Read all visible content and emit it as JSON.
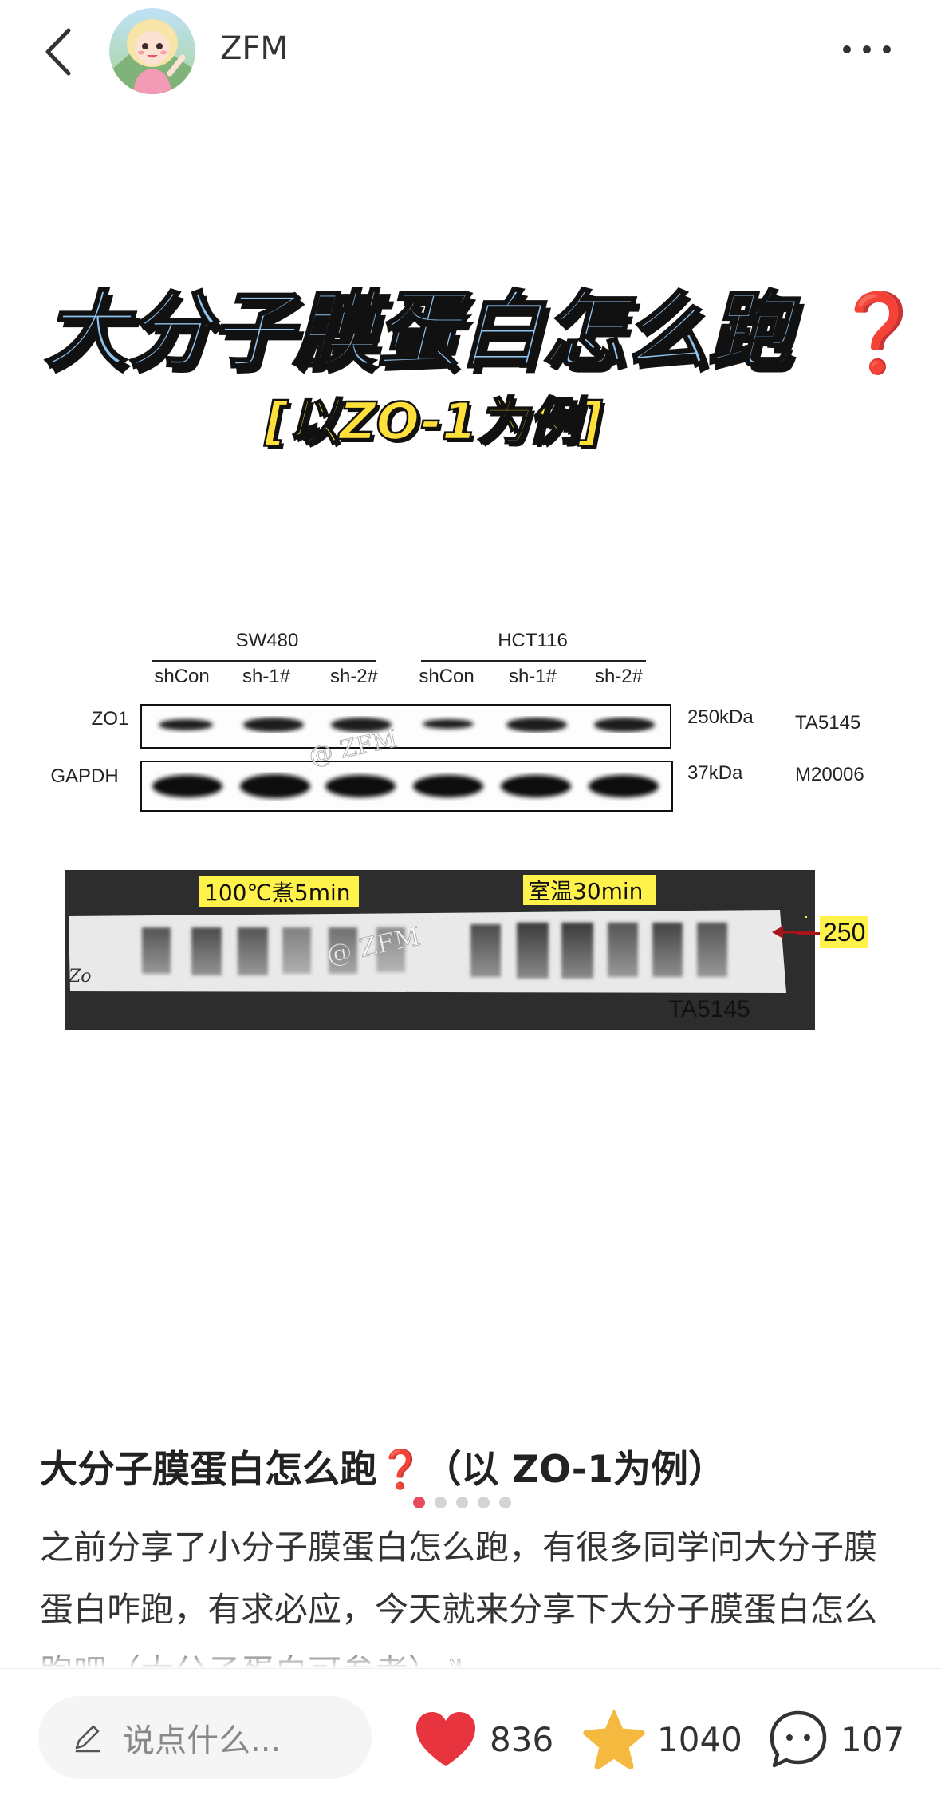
{
  "header": {
    "username": "ZFM"
  },
  "image": {
    "hero_title": "大分子膜蛋白怎么跑",
    "hero_title_mark": "❓",
    "hero_subtitle": "[以ZO-1为例]",
    "blot1": {
      "group_left": "SW480",
      "group_right": "HCT116",
      "lanes": [
        "shCon",
        "sh-1#",
        "sh-2#",
        "shCon",
        "sh-1#",
        "sh-2#"
      ],
      "rows": [
        {
          "label": "ZO1",
          "size": "250kDa",
          "catalog": "TA5145"
        },
        {
          "label": "GAPDH",
          "size": "37kDa",
          "catalog": "M20006"
        }
      ],
      "watermark": "@ ZFM"
    },
    "blot2": {
      "label_left": "100℃煮5min",
      "label_right": "室温30min",
      "marker": "250",
      "catalog": "TA5145",
      "corner": "Zo",
      "watermark": "@ ZFM"
    }
  },
  "carousel": {
    "total": 5,
    "active": 0
  },
  "post": {
    "title_main": "大分子膜蛋白怎么跑",
    "title_mark": "❓",
    "title_tail": "（以 ZO-1为例）",
    "body": "之前分享了小分子膜蛋白怎么跑，有很多同学问大分子膜蛋白咋跑，有求必应，今天就来分享下大分子膜蛋白怎么跑吧（大分子蛋白可参考）✌"
  },
  "bottom_bar": {
    "comment_placeholder": "说点什么...",
    "likes": "836",
    "favorites": "1040",
    "comments": "107"
  },
  "colors": {
    "accent": "#e84a5f",
    "hero_blue": "#8ec2ef",
    "hero_yellow": "#ffe03a",
    "star": "#f4b93e",
    "heart": "#e8343f",
    "highlight": "#fff24a",
    "marker_red": "#a8141a"
  }
}
